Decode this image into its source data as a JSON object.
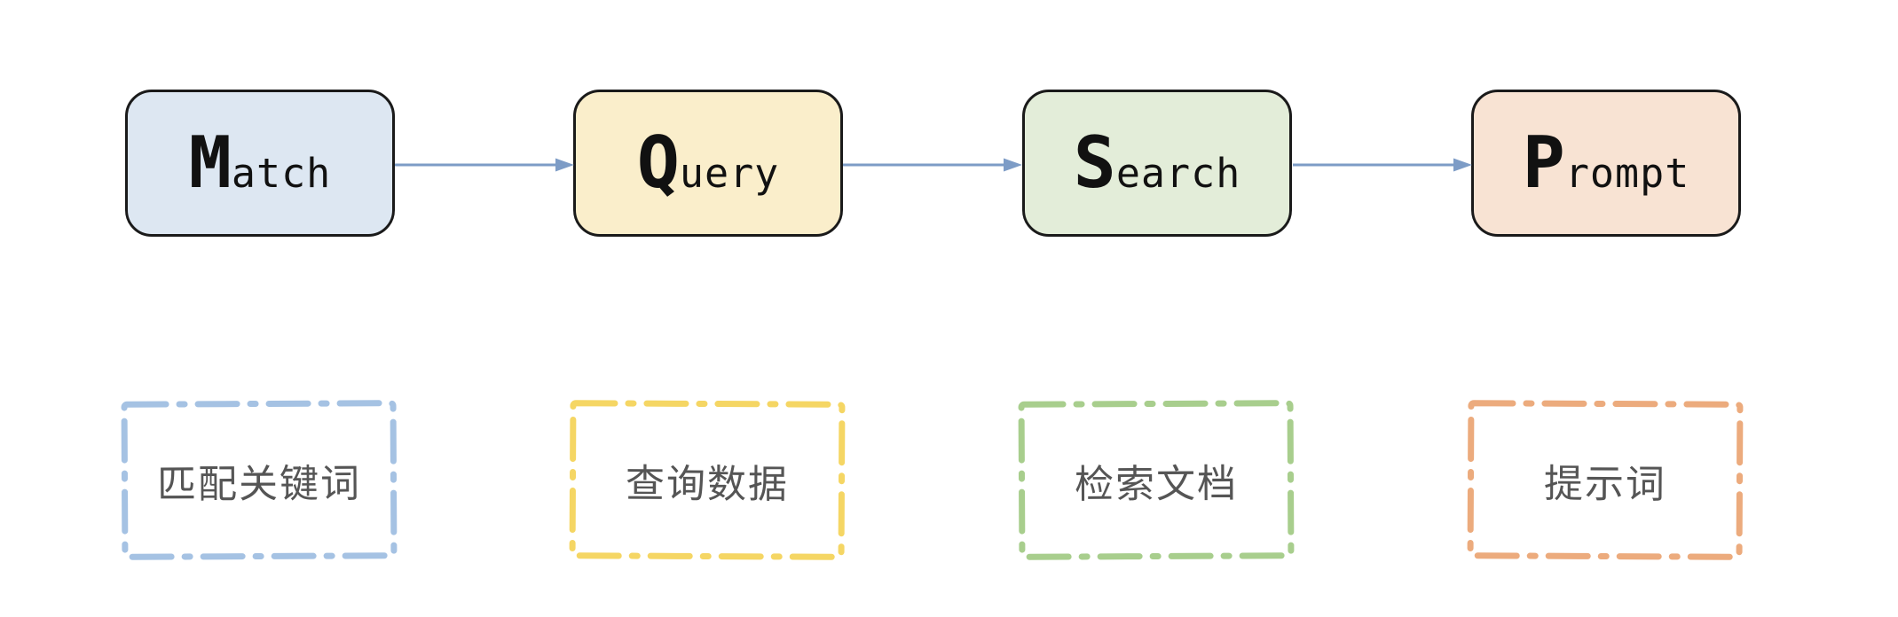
{
  "diagram": {
    "background": "#ffffff",
    "box_border_color": "#1a1a1a",
    "label_color": "#111111",
    "arrow_color": "#7d9cc6",
    "caption_color": "#555555",
    "steps": [
      {
        "label": "Match",
        "label_initial": "M",
        "label_rest": "atch",
        "box_fill": "#dde7f2",
        "dash_color": "#a5c2e3",
        "caption": "匹配关键词"
      },
      {
        "label": "Query",
        "label_initial": "Q",
        "label_rest": "uery",
        "box_fill": "#faeecb",
        "dash_color": "#f5d664",
        "caption": "查询数据"
      },
      {
        "label": "Search",
        "label_initial": "S",
        "label_rest": "earch",
        "box_fill": "#e3edd9",
        "dash_color": "#a8ce8d",
        "caption": "检索文档"
      },
      {
        "label": "Prompt",
        "label_initial": "P",
        "label_rest": "rompt",
        "box_fill": "#f8e3d3",
        "dash_color": "#ecab7d",
        "caption": "提示词"
      }
    ]
  }
}
